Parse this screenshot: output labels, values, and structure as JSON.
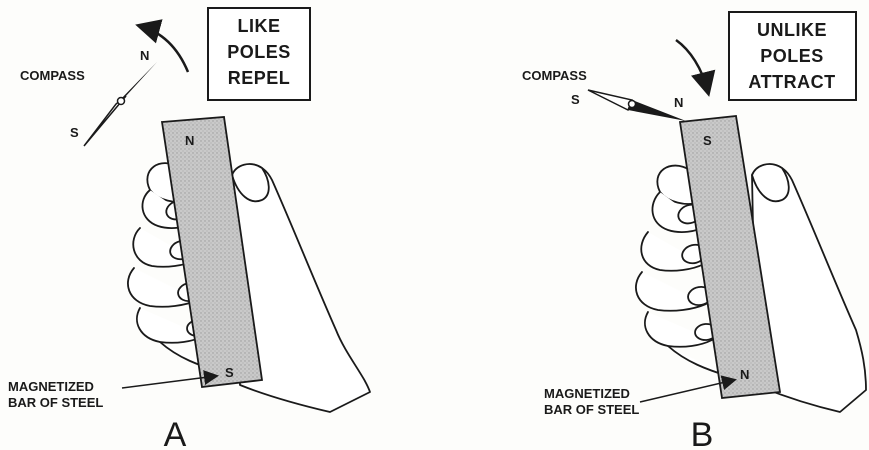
{
  "panels": [
    {
      "id": "A",
      "letter": "A",
      "box_lines": [
        "LIKE",
        "POLES",
        "REPEL"
      ],
      "compass_label": "COMPASS",
      "compass_n": "N",
      "compass_s": "S",
      "bar_top_pole": "N",
      "bar_bottom_pole": "S",
      "bar_label_lines": [
        "MAGNETIZED",
        "BAR OF STEEL"
      ]
    },
    {
      "id": "B",
      "letter": "B",
      "box_lines": [
        "UNLIKE",
        "POLES",
        "ATTRACT"
      ],
      "compass_label": "COMPASS",
      "compass_n": "N",
      "compass_s": "S",
      "bar_top_pole": "S",
      "bar_bottom_pole": "N",
      "bar_label_lines": [
        "MAGNETIZED",
        "BAR OF STEEL"
      ]
    }
  ]
}
